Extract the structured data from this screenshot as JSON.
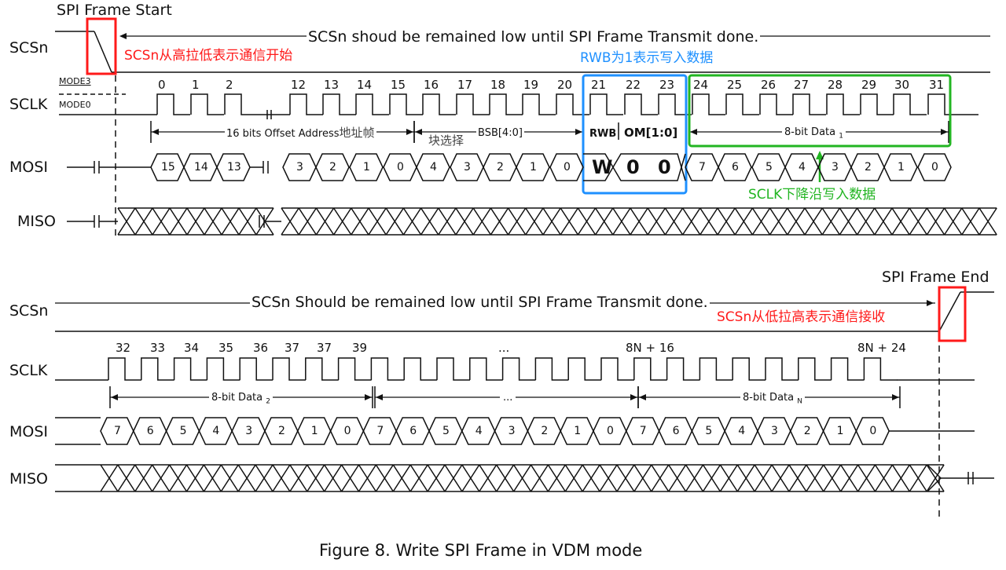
{
  "signals": {
    "scsn": "SCSn",
    "sclk": "SCLK",
    "mosi": "MOSI",
    "miso": "MISO",
    "mode3": "MODE3",
    "mode0": "MODE0"
  },
  "annotations": {
    "spi_frame_start": "SPI Frame Start",
    "spi_frame_end": "SPI Frame End",
    "scsn_low_top": "SCSn shoud be remained low until  SPI Frame Transmit done.",
    "scsn_low_bottom": "SCSn Should be remained low until SPI Frame Transmit done.",
    "scsn_pull_low": "SCSn从高拉低表示通信开始",
    "scsn_pull_high": "SCSn从低拉高表示通信接收",
    "rwb_note": "RWB为1表示写入数据",
    "sclk_falling": "SCLK下降沿写入数据",
    "offset_address": "16 bits Offset Address",
    "offset_address_cn": "地址帧",
    "bsb": "BSB[4:0]",
    "bsb_cn": "块选择",
    "rwb": "RWB",
    "om": "OM[1:0]",
    "data1": "8-bit Data",
    "data1_sub": "1",
    "data2": "8-bit Data",
    "data2_sub": "2",
    "dataN": "8-bit Data",
    "dataN_sub": "N",
    "ellipsis": "..."
  },
  "top_clock_numbers": [
    "0",
    "1",
    "2",
    "12",
    "13",
    "14",
    "15",
    "16",
    "17",
    "18",
    "19",
    "20",
    "21",
    "22",
    "23",
    "24",
    "25",
    "26",
    "27",
    "28",
    "29",
    "30",
    "31"
  ],
  "bottom_clock_numbers": [
    "32",
    "33",
    "34",
    "35",
    "36",
    "37",
    "37",
    "39",
    "...",
    "8N + 16",
    "8N + 24"
  ],
  "mosi_top_values": [
    "15",
    "14",
    "13",
    "3",
    "2",
    "1",
    "0",
    "4",
    "3",
    "2",
    "1",
    "0",
    "W",
    "0",
    "0",
    "7",
    "6",
    "5",
    "4",
    "3",
    "2",
    "1",
    "0"
  ],
  "mosi_bottom_values": [
    "7",
    "6",
    "5",
    "4",
    "3",
    "2",
    "1",
    "0",
    "7",
    "6",
    "5",
    "4",
    "3",
    "2",
    "1",
    "0",
    "7",
    "6",
    "5",
    "4",
    "3",
    "2",
    "1",
    "0"
  ],
  "caption": "Figure 8. Write SPI Frame in VDM mode",
  "colors": {
    "red": "#ff1a1a",
    "blue": "#1e90ff",
    "green": "#22b522",
    "line": "#111111"
  }
}
